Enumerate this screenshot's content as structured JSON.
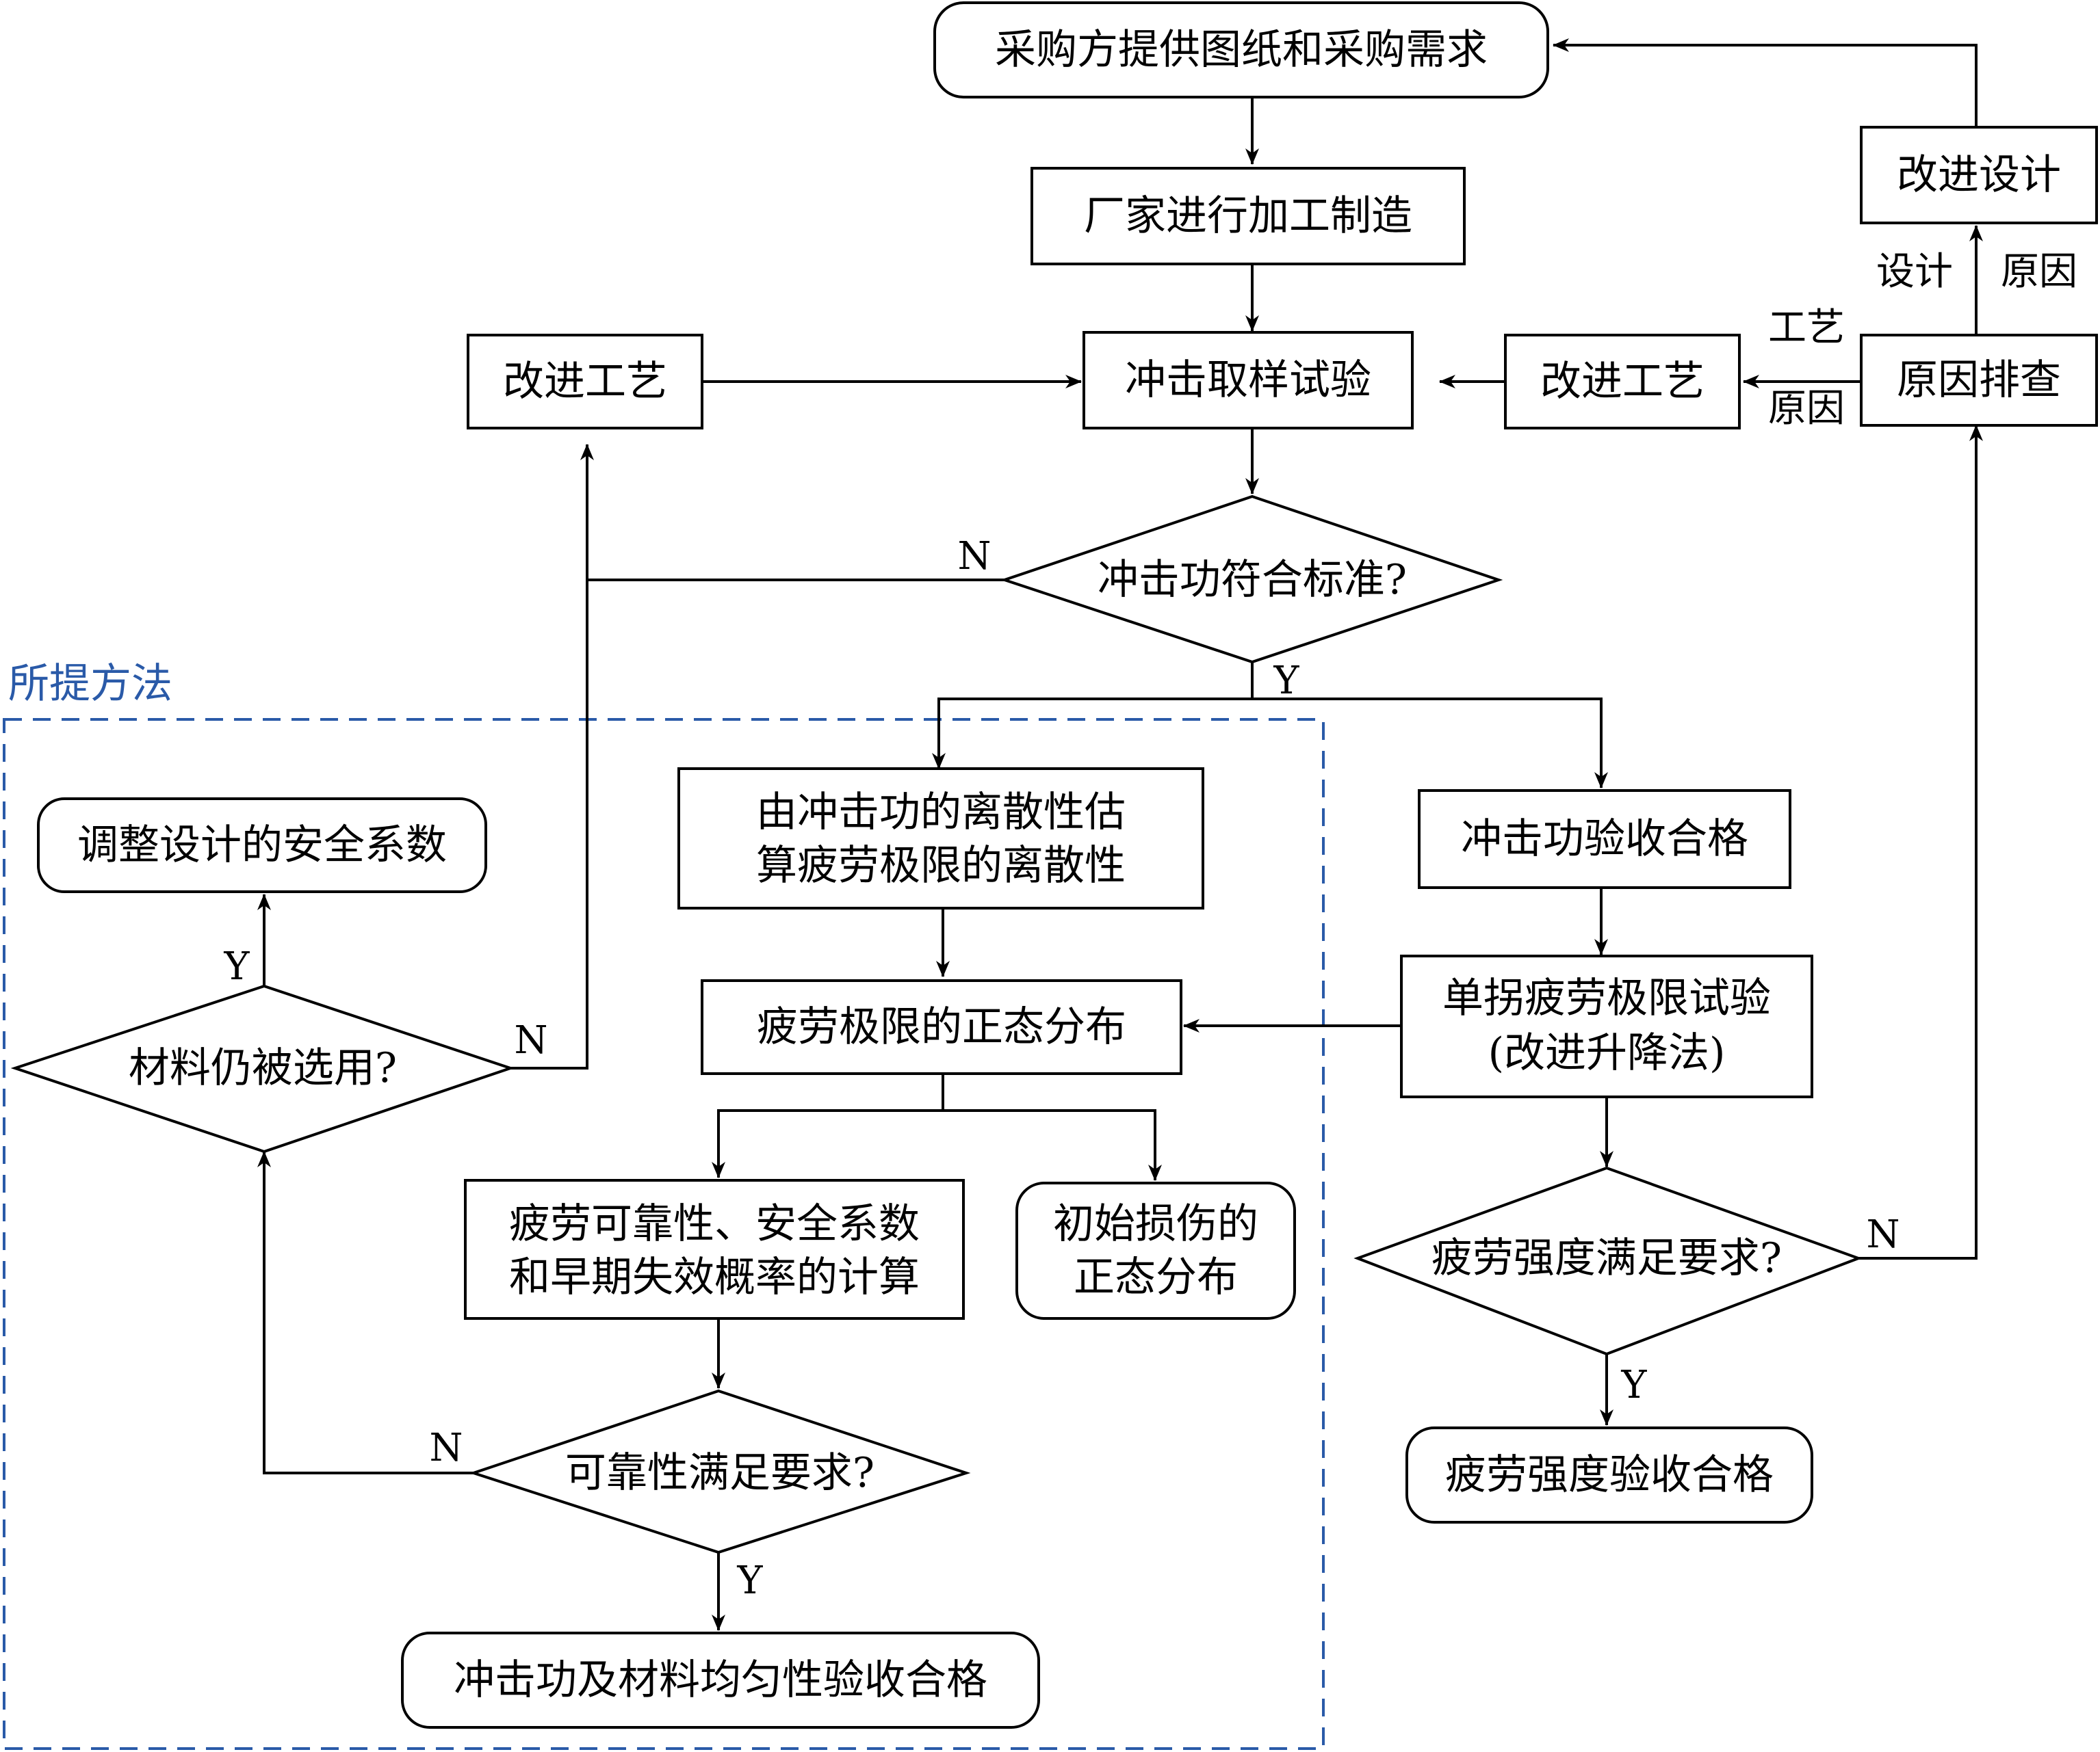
{
  "region_label": "所提方法",
  "nodes": {
    "purchaser_request": "采购方提供图纸和采购需求",
    "manufacture": "厂家进行加工制造",
    "impact_test": "冲击取样试验",
    "improve_process_left": "改进工艺",
    "improve_process_right": "改进工艺",
    "cause_check": "原因排查",
    "improve_design": "改进设计",
    "impact_standard_q": "冲击功符合标准?",
    "estimate_line1": "由冲击功的离散性估",
    "estimate_line2": "算疲劳极限的离散性",
    "impact_accept": "冲击功验收合格",
    "adjust_safety": "调整设计的安全系数",
    "material_selected_q": "材料仍被选用?",
    "fatigue_normal": "疲劳极限的正态分布",
    "single_test_line1": "单拐疲劳极限试验",
    "single_test_line2": "(改进升降法)",
    "reliability_calc_line1": "疲劳可靠性、安全系数",
    "reliability_calc_line2": "和早期失效概率的计算",
    "initial_damage_line1": "初始损伤的",
    "initial_damage_line2": "正态分布",
    "fatigue_strength_q": "疲劳强度满足要求?",
    "reliability_q": "可靠性满足要求?",
    "fatigue_accept": "疲劳强度验收合格",
    "final_accept": "冲击功及材料均匀性验收合格"
  },
  "edge_labels": {
    "process_top": "工艺",
    "cause_bottom": "原因",
    "design_left": "设计",
    "cause_right": "原因",
    "no": "N",
    "yes": "Y"
  }
}
